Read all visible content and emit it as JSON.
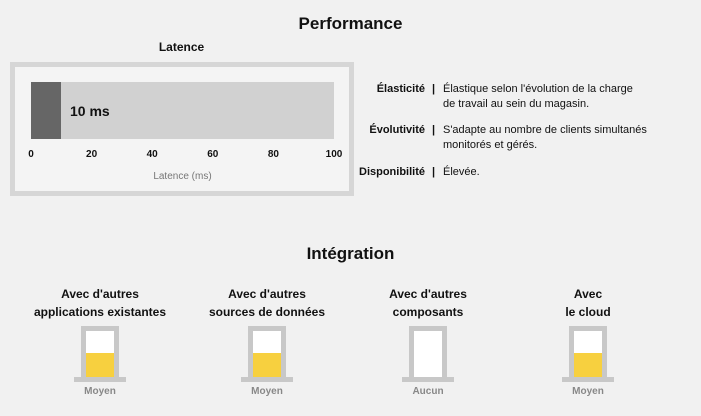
{
  "performance": {
    "title": "Performance",
    "latency": {
      "label": "Latence",
      "value_text": "10 ms",
      "value": 10,
      "axis_ticks": [
        "0",
        "20",
        "40",
        "60",
        "80",
        "100"
      ],
      "axis_title": "Latence (ms)",
      "axis_max": 100,
      "colors": {
        "fill": "#666666",
        "track": "#d1d1d1"
      }
    },
    "properties": [
      {
        "name": "Élasticité",
        "separator": "|",
        "description_lines": [
          "Élastique selon l'évolution de la charge",
          "de travail au sein du magasin."
        ]
      },
      {
        "name": "Évolutivité",
        "separator": "|",
        "description_lines": [
          "S'adapte au nombre de clients simultanés",
          "monitorés et gérés."
        ]
      },
      {
        "name": "Disponibilité",
        "separator": "|",
        "description_lines": [
          "Élevée."
        ]
      }
    ]
  },
  "integration": {
    "title": "Intégration",
    "accent_color": "#f7d03f",
    "items": [
      {
        "label_lines": [
          "Avec d'autres",
          "applications existantes"
        ],
        "level": "Moyen",
        "fill_fraction": 0.55,
        "icon": "window-gauge-icon"
      },
      {
        "label_lines": [
          "Avec d'autres",
          "sources de données"
        ],
        "level": "Moyen",
        "fill_fraction": 0.55,
        "icon": "window-gauge-icon"
      },
      {
        "label_lines": [
          "Avec d'autres",
          "composants"
        ],
        "level": "Aucun",
        "fill_fraction": 0,
        "icon": "window-gauge-icon"
      },
      {
        "label_lines": [
          "Avec",
          "le cloud"
        ],
        "level": "Moyen",
        "fill_fraction": 0.55,
        "icon": "window-gauge-icon"
      }
    ]
  }
}
